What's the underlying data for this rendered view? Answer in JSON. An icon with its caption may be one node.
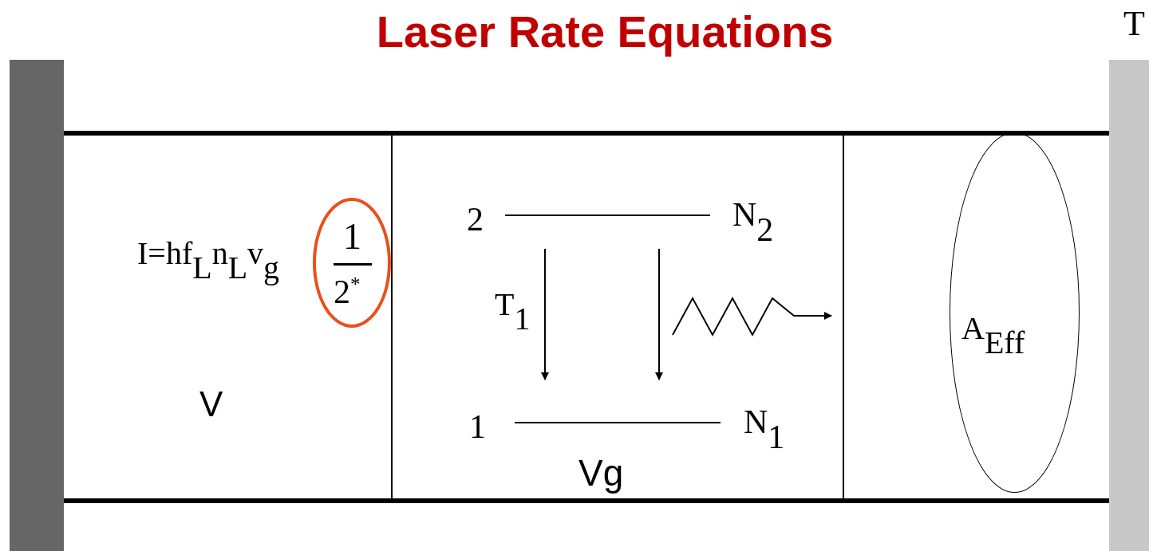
{
  "diagram": {
    "title": "Laser Rate Equations",
    "nodes": [
      {
        "text": [],
        "shape": "bar"
      },
      {
        "text": [
          "I=hf$_{L}$n$_{L}$v$_{g}$",
          "V"
        ]
      },
      {
        "text": [
          "1",
          "2$^{*}$"
        ],
        "in": 1
      },
      {
        "text": [
          "Vg"
        ]
      },
      {
        "text": [],
        "shape": "box"
      },
      {
        "text": [
          "A$_{Eff}$"
        ],
        "in": 4
      },
      {
        "text": [],
        "shape": "bar"
      }
    ],
    "labels": [
      "T",
      "2",
      "N$_{2}$",
      "T$_{1}$",
      "1",
      "N$_{1}$"
    ]
  }
}
